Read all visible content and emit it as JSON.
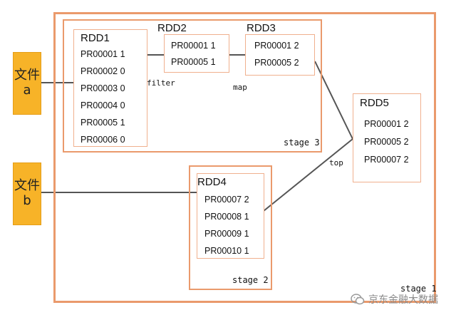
{
  "files": [
    {
      "id": "a",
      "label_cn": "文件",
      "label_letter": "a"
    },
    {
      "id": "b",
      "label_cn": "文件",
      "label_letter": "b"
    }
  ],
  "stages": {
    "stage1": "stage 1",
    "stage2": "stage 2",
    "stage3": "stage 3"
  },
  "ops": {
    "filter": "filter",
    "map": "map",
    "top": "top"
  },
  "rdds": {
    "rdd1": {
      "title": "RDD1",
      "rows": [
        "PR00001 1",
        "PR00002 0",
        "PR00003 0",
        "PR00004 0",
        "PR00005 1",
        "PR00006 0"
      ]
    },
    "rdd2": {
      "title": "RDD2",
      "rows": [
        "PR00001 1",
        "PR00005 1"
      ]
    },
    "rdd3": {
      "title": "RDD3",
      "rows": [
        "PR00001 2",
        "PR00005 2"
      ]
    },
    "rdd4": {
      "title": "RDD4",
      "rows": [
        "PR00007 2",
        "PR00008 1",
        "PR00009 1",
        "PR00010 1"
      ]
    },
    "rdd5": {
      "title": "RDD5",
      "rows": [
        "PR00001 2",
        "PR00005 2",
        "PR00007 2"
      ]
    }
  },
  "watermark": "京东金融大数据",
  "colors": {
    "stage_border": "#ea9a6c",
    "file_fill": "#f7b328",
    "line": "#555555"
  }
}
